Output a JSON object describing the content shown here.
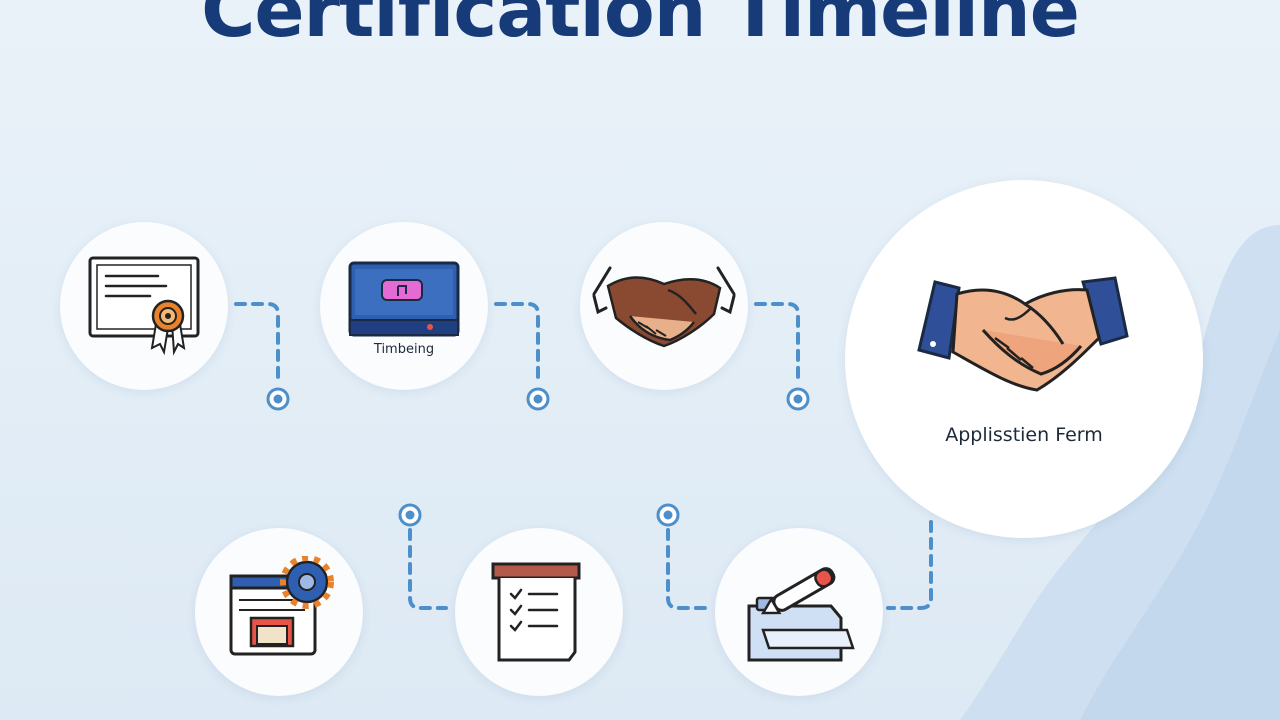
{
  "title": "Certification Timeline",
  "steps": [
    {
      "icon": "certificate-icon",
      "label": ""
    },
    {
      "icon": "laptop-icon",
      "label": "Timbeing"
    },
    {
      "icon": "handshake-icon",
      "label": ""
    },
    {
      "icon": "handshake-icon",
      "label": "Applisstien Ferm"
    },
    {
      "icon": "browser-gear-icon",
      "label": ""
    },
    {
      "icon": "checklist-icon",
      "label": ""
    },
    {
      "icon": "printer-pen-icon",
      "label": ""
    }
  ],
  "colors": {
    "title": "#163b78",
    "connector": "#4d8fcb",
    "accent_orange": "#e8822c",
    "accent_blue": "#2f5fb0"
  }
}
